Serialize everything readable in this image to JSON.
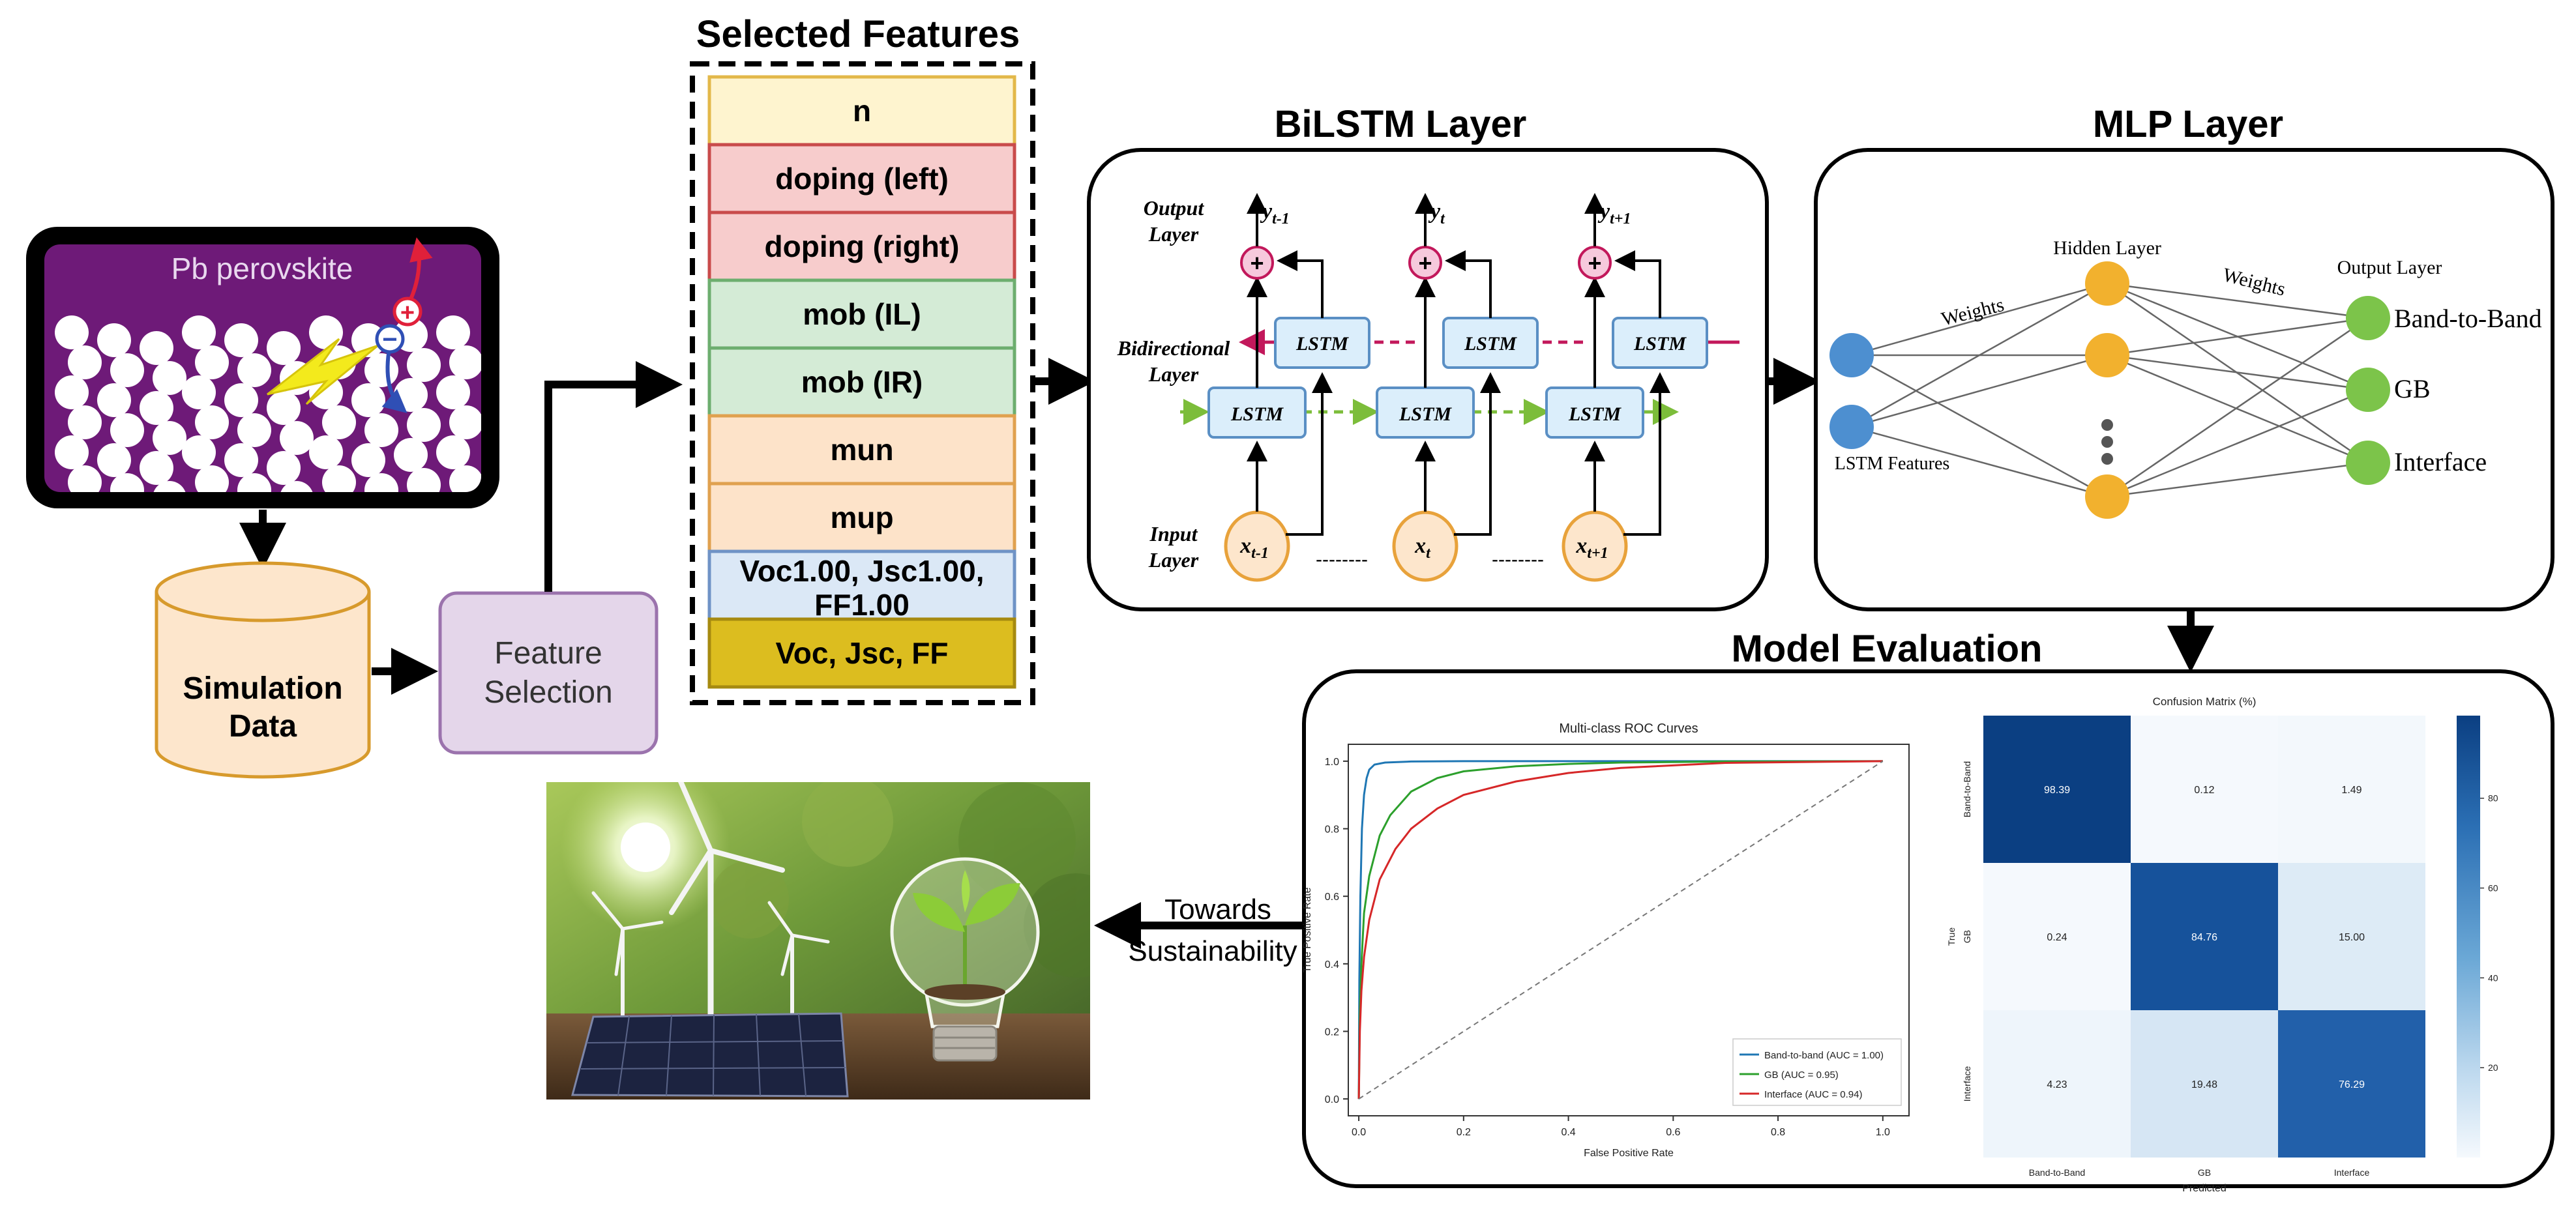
{
  "colors": {
    "perovskite_bg": "#6e1a78",
    "cylinder_fill": "#fde6cc",
    "cylinder_stroke": "#d79a2c",
    "feature_sel_fill": "#e4d6ea",
    "feature_sel_stroke": "#9b73ad",
    "lstm_fill": "#dbeefb",
    "lstm_stroke": "#5a8fc4",
    "input_fill": "#fde6cc",
    "input_stroke": "#e8a23b",
    "sum_fill": "#f6c9dc",
    "sum_stroke": "#c2185b",
    "back_arrow": "#c2185b",
    "fwd_arrow": "#7cbd3a",
    "mlp_input": "#4d8fd0",
    "mlp_hidden": "#f2b12e",
    "mlp_output": "#7cc44a",
    "roc_band": "#1f77b4",
    "roc_gb": "#2ca02c",
    "roc_interface": "#d62728",
    "cm_dark": "#0b3f82",
    "cm_mid": "#1b5aa6",
    "cm_light": "#d6e6f4",
    "cm_lighter": "#eaf3fb",
    "cm_lightest": "#f5f9fd"
  },
  "perovskite": {
    "title": "Pb perovskite",
    "plus": "+",
    "minus": "−"
  },
  "simulation_data": {
    "line1": "Simulation",
    "line2": "Data"
  },
  "feature_selection": {
    "line1": "Feature",
    "line2": "Selection"
  },
  "selected_features": {
    "title": "Selected Features",
    "items": [
      {
        "label": "n",
        "fill": "#fef4cf",
        "stroke": "#e3b84a"
      },
      {
        "label": "doping (left)",
        "fill": "#f7cccc",
        "stroke": "#c94b4b"
      },
      {
        "label": "doping (right)",
        "fill": "#f7cccc",
        "stroke": "#c94b4b"
      },
      {
        "label": "mob (IL)",
        "fill": "#d4ebd6",
        "stroke": "#6dae6f"
      },
      {
        "label": "mob (IR)",
        "fill": "#d4ebd6",
        "stroke": "#6dae6f"
      },
      {
        "label": "mun",
        "fill": "#fde3c9",
        "stroke": "#e0a14f"
      },
      {
        "label": "mup",
        "fill": "#fde3c9",
        "stroke": "#e0a14f"
      },
      {
        "label": "Voc1.00, Jsc1.00,",
        "label2": "FF1.00",
        "fill": "#dbe8f6",
        "stroke": "#6f93c6"
      },
      {
        "label": "Voc, Jsc, FF",
        "fill": "#dcbd1f",
        "stroke": "#a68a10"
      }
    ]
  },
  "bilstm": {
    "title": "BiLSTM Layer",
    "output_layer": [
      "Output",
      "Layer"
    ],
    "bidirectional_layer": [
      "Bidirectional",
      "Layer"
    ],
    "input_layer": [
      "Input",
      "Layer"
    ],
    "lstm_label": "LSTM",
    "sum_symbol": "+",
    "columns": [
      {
        "y": "y",
        "ysub": "t-1",
        "x": "x",
        "xsub": "t-1"
      },
      {
        "y": "y",
        "ysub": "t",
        "x": "x",
        "xsub": "t"
      },
      {
        "y": "y",
        "ysub": "t+1",
        "x": "x",
        "xsub": "t+1"
      }
    ],
    "dots": "--------"
  },
  "mlp": {
    "title": "MLP Layer",
    "hidden_layer": "Hidden Layer",
    "output_layer": "Output Layer",
    "weights_left": "Weights",
    "weights_right": "Weights",
    "lstm_features": "LSTM Features",
    "outputs": [
      "Band-to-Band",
      "GB",
      "Interface"
    ]
  },
  "evaluation": {
    "title": "Model Evaluation"
  },
  "towards": {
    "line1": "Towards",
    "line2": "Sustainability"
  },
  "chart_data": [
    {
      "type": "line",
      "title": "Multi-class ROC Curves",
      "xlabel": "False Positive Rate",
      "ylabel": "True Positive Rate",
      "xlim": [
        -0.02,
        1.05
      ],
      "ylim": [
        -0.05,
        1.05
      ],
      "xticks": [
        "0.0",
        "0.2",
        "0.4",
        "0.6",
        "0.8",
        "1.0"
      ],
      "yticks": [
        "0.0",
        "0.2",
        "0.4",
        "0.6",
        "0.8",
        "1.0"
      ],
      "grid": false,
      "legend_position": "lower-right",
      "series": [
        {
          "name": "Band-to-band (AUC = 1.00)",
          "x": [
            0,
            0.001,
            0.003,
            0.006,
            0.01,
            0.015,
            0.02,
            0.03,
            0.05,
            0.1,
            0.2,
            0.5,
            1.0
          ],
          "y": [
            0,
            0.35,
            0.6,
            0.8,
            0.9,
            0.95,
            0.975,
            0.99,
            0.996,
            0.999,
            1.0,
            1.0,
            1.0
          ]
        },
        {
          "name": "GB (AUC = 0.95)",
          "x": [
            0,
            0.002,
            0.005,
            0.01,
            0.02,
            0.04,
            0.06,
            0.1,
            0.15,
            0.2,
            0.3,
            0.4,
            0.5,
            0.7,
            1.0
          ],
          "y": [
            0,
            0.25,
            0.4,
            0.55,
            0.66,
            0.78,
            0.84,
            0.91,
            0.95,
            0.97,
            0.985,
            0.992,
            0.996,
            0.999,
            1.0
          ]
        },
        {
          "name": "Interface (AUC = 0.94)",
          "x": [
            0,
            0.002,
            0.005,
            0.01,
            0.02,
            0.04,
            0.07,
            0.1,
            0.15,
            0.2,
            0.3,
            0.4,
            0.5,
            0.7,
            1.0
          ],
          "y": [
            0,
            0.2,
            0.32,
            0.42,
            0.53,
            0.65,
            0.74,
            0.8,
            0.86,
            0.9,
            0.94,
            0.965,
            0.98,
            0.995,
            1.0
          ]
        },
        {
          "name": "",
          "x": [
            0,
            1
          ],
          "y": [
            0,
            1
          ],
          "dashed": true
        }
      ]
    },
    {
      "type": "heatmap",
      "title": "Confusion Matrix (%)",
      "xlabel": "Predicted",
      "ylabel": "True",
      "categories": [
        "Band-to-Band",
        "GB",
        "Interface"
      ],
      "values": [
        [
          98.39,
          0.12,
          1.49
        ],
        [
          0.24,
          84.76,
          15.0
        ],
        [
          4.23,
          19.48,
          76.29
        ]
      ],
      "labels": [
        [
          "98.39",
          "0.12",
          "1.49"
        ],
        [
          "0.24",
          "84.76",
          "15.00"
        ],
        [
          "4.23",
          "19.48",
          "76.29"
        ]
      ],
      "colorbar_ticks": [
        "80",
        "60",
        "40",
        "20"
      ],
      "colorbar_range": [
        0,
        98.39
      ]
    }
  ]
}
